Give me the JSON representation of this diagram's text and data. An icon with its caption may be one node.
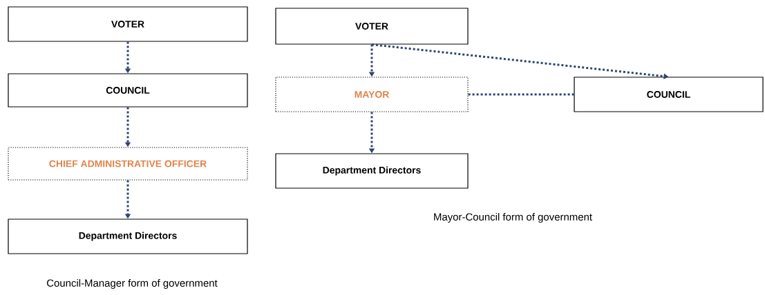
{
  "diagram": {
    "nodes": [
      {
        "text": [
          "VOTER"
        ]
      },
      {
        "text": [
          "COUNCIL"
        ]
      },
      {
        "text": [
          "CHIEF ADMINISTRATIVE OFFICER"
        ]
      },
      {
        "text": [
          "Department Directors"
        ]
      },
      {
        "text": [
          "VOTER"
        ]
      },
      {
        "text": [
          "MAYOR"
        ]
      },
      {
        "text": [
          "COUNCIL"
        ]
      },
      {
        "text": [
          "Department Directors"
        ]
      }
    ],
    "edges": [
      {
        "from": 0,
        "to": 1,
        "arrow": "to"
      },
      {
        "from": 1,
        "to": 2,
        "arrow": "to"
      },
      {
        "from": 2,
        "to": 3,
        "arrow": "to"
      },
      {
        "from": 4,
        "to": 5,
        "arrow": "to"
      },
      {
        "from": 4,
        "to": 6,
        "arrow": "to"
      },
      {
        "from": 5,
        "to": 6,
        "arrow": "none"
      },
      {
        "from": 5,
        "to": 7,
        "arrow": "to"
      }
    ],
    "labels": [
      "Mayor-Council form of government",
      "Council-Manager form of government"
    ]
  }
}
